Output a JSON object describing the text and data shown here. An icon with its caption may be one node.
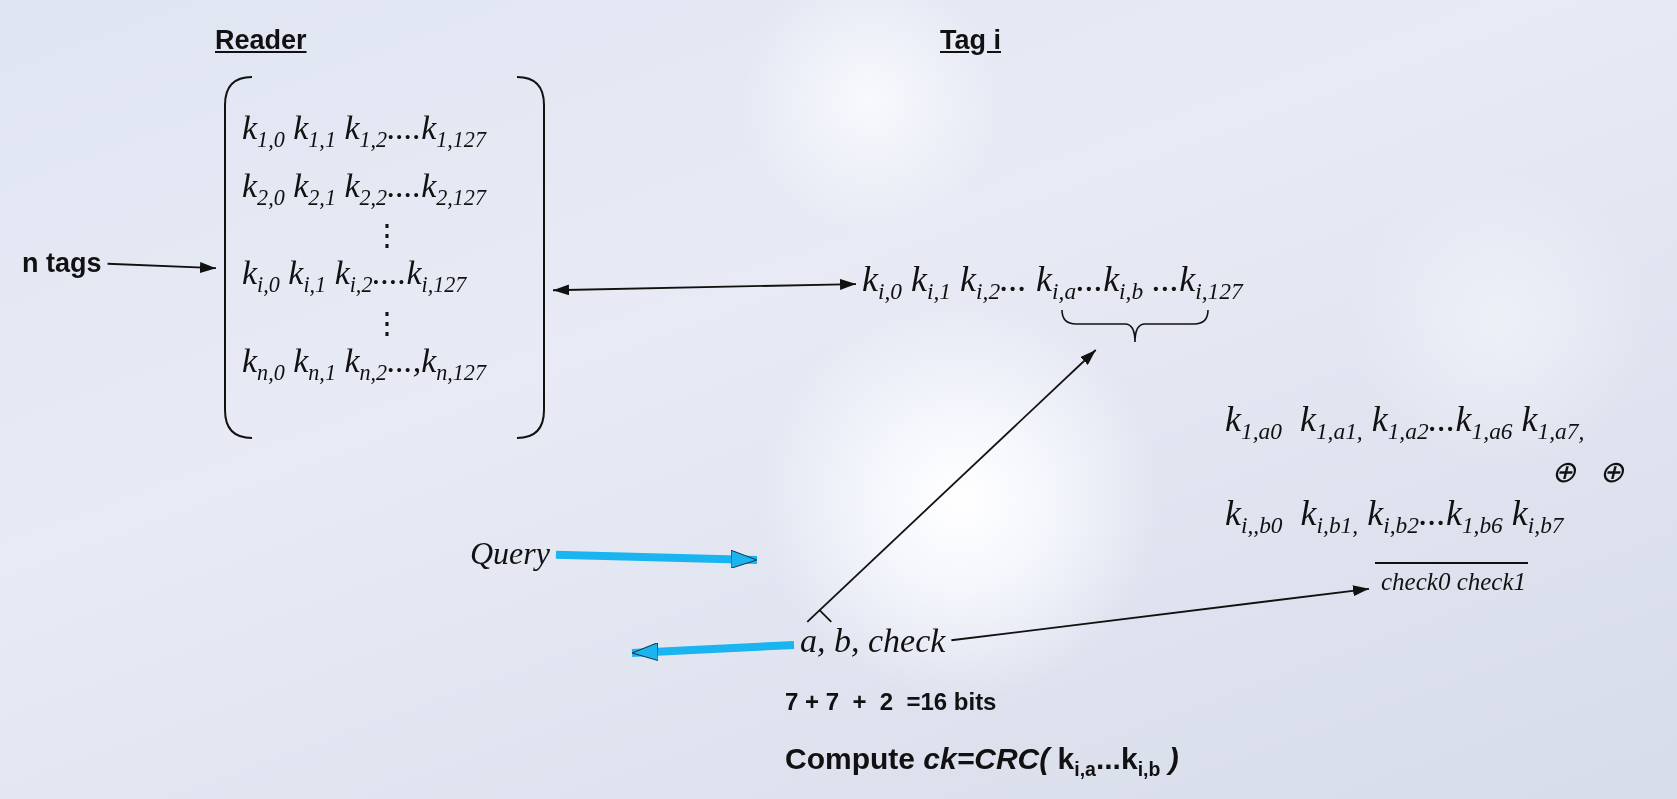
{
  "diagram": {
    "nodes": [
      {
        "text": [
          "n tags"
        ]
      },
      {
        "text": [
          "k$_{1,0}$ k$_{1,1}$ k$_{1,2}$....k$_{1,127}$",
          "k$_{2,0}$ k$_{2,1}$ k$_{2,2}$....k$_{2,127}$",
          "⋮",
          "k$_{i,0}$ k$_{i,1}$  k$_{i,2}$....k$_{i,127}$",
          "⋮",
          "k$_{n,0}$ k$_{n,1}$ k$_{n,2}$...,k$_{n,127}$"
        ]
      },
      {
        "text": [
          "k$_{i,0}$ k$_{i,1}$ k$_{i,2}$... k$_{i,a}$...k$_{i,b}$ ...k$_{i,127}$"
        ]
      },
      {
        "text": [],
        "shape": "brace"
      },
      {
        "text": [
          "Query"
        ]
      },
      {
        "text": [
          "a, b, check"
        ]
      },
      {
        "text": [
          "k$_{1,a0}$  k$_{1,a1,}$ k$_{1,a2}$...k$_{1,a6}$ k$_{1,a7,}$",
          "⊕   ⊕",
          "k$_{i,,b0}$  k$_{i,b1,}$ k$_{i,b2}$...k$_{1,b6}$ k$_{i,b7}$"
        ]
      },
      {
        "text": [
          "check0 check1"
        ]
      }
    ],
    "edges": [
      {
        "from": 0,
        "to": 1,
        "arrow": "to"
      },
      {
        "from": 1,
        "to": 2,
        "arrow": "both"
      },
      {
        "from": 5,
        "to": 3,
        "arrow": "to"
      },
      {
        "from": 4,
        "to": null,
        "arrow": "to",
        "style": "thick",
        "color": "#1ab4f0"
      },
      {
        "from": 5,
        "to": null,
        "arrow": "to",
        "style": "thick",
        "color": "#1ab4f0"
      },
      {
        "from": 5,
        "to": 7,
        "arrow": "to"
      }
    ],
    "labels": [
      "Reader",
      "Tag i",
      "7 + 7  +  2  =16 bits",
      "Compute *ck=CRC(* k$_{i,a}$...k$_{i,b}$ *)*"
    ]
  }
}
